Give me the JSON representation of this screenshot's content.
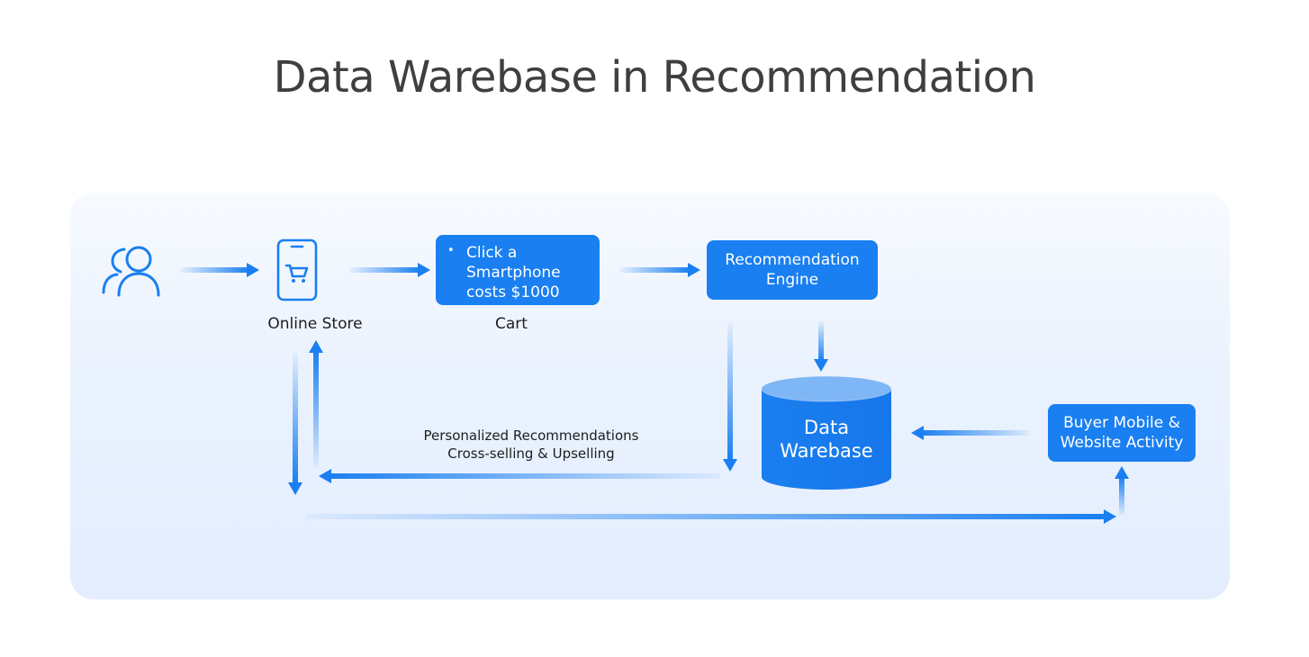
{
  "title": "Data Warebase in Recommendation",
  "nodes": {
    "online_store": {
      "label": "Online Store"
    },
    "cart": {
      "label": "Cart",
      "bullet": "•",
      "text": "Click a\nSmartphone\ncosts $1000"
    },
    "engine": {
      "text": "Recommendation\nEngine"
    },
    "database": {
      "text": "Data\nWarebase"
    },
    "activity": {
      "text": "Buyer Mobile &\nWebsite Activity"
    }
  },
  "flow_label": "Personalized Recommendations\nCross-selling & Upselling",
  "colors": {
    "accent": "#1a7ff0",
    "title": "#3f3f3f",
    "panel": "#eaf2fe"
  },
  "icons": [
    "users-icon",
    "phone-cart-icon"
  ]
}
